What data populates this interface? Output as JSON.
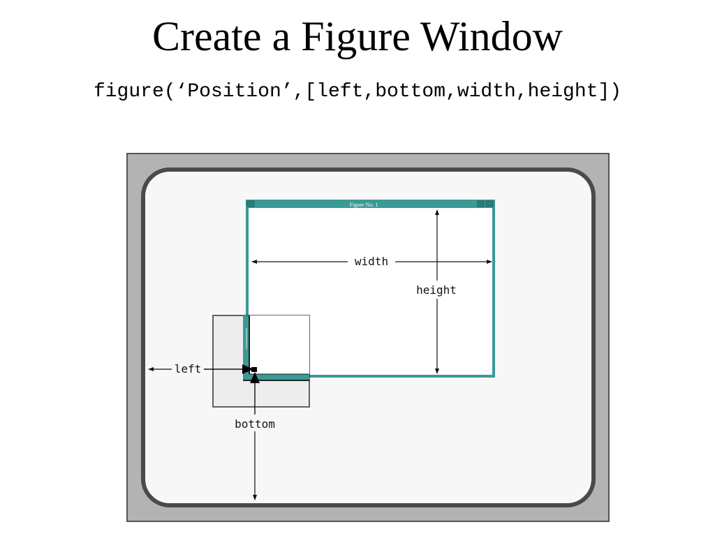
{
  "slide": {
    "title": "Create a Figure Window",
    "code": "figure(‘Position’,[left,bottom,width,height])"
  },
  "diagram": {
    "figure_window_title": "Figure No. 1",
    "labels": {
      "width": "width",
      "height": "height",
      "left": "left",
      "bottom": "bottom"
    },
    "colors": {
      "monitor_bezel": "#b3b3b3",
      "screen": "#f7f7f7",
      "screen_border": "#4a4a4a",
      "window_frame": "#3a9a96",
      "window_client": "#ffffff",
      "zoom_box": "#ededed"
    }
  }
}
